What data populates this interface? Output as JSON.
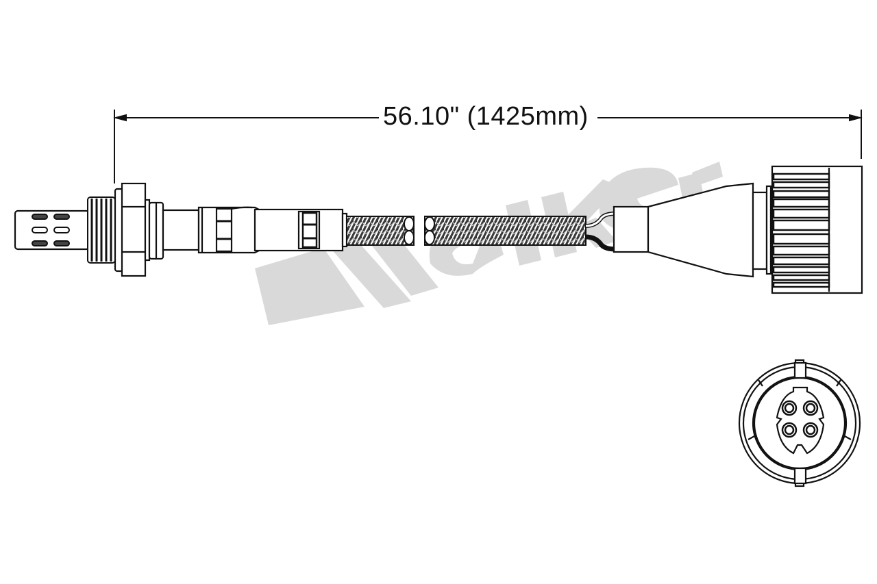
{
  "diagram": {
    "type": "product-dimension-drawing",
    "subject": "Oxygen sensor with braided cable and 4-pin round connector",
    "dimension": {
      "label": "56.10\" (1425mm)",
      "inches": 56.1,
      "millimeters": 1425
    },
    "watermark": {
      "text": "Walker",
      "color": "#d9d9d9"
    },
    "connector_end_view": {
      "pins": 4,
      "shape": "round"
    },
    "colors": {
      "line": "#111111",
      "background": "#ffffff",
      "braid_fill": "#8a8a8a",
      "watermark": "#d9d9d9"
    }
  }
}
